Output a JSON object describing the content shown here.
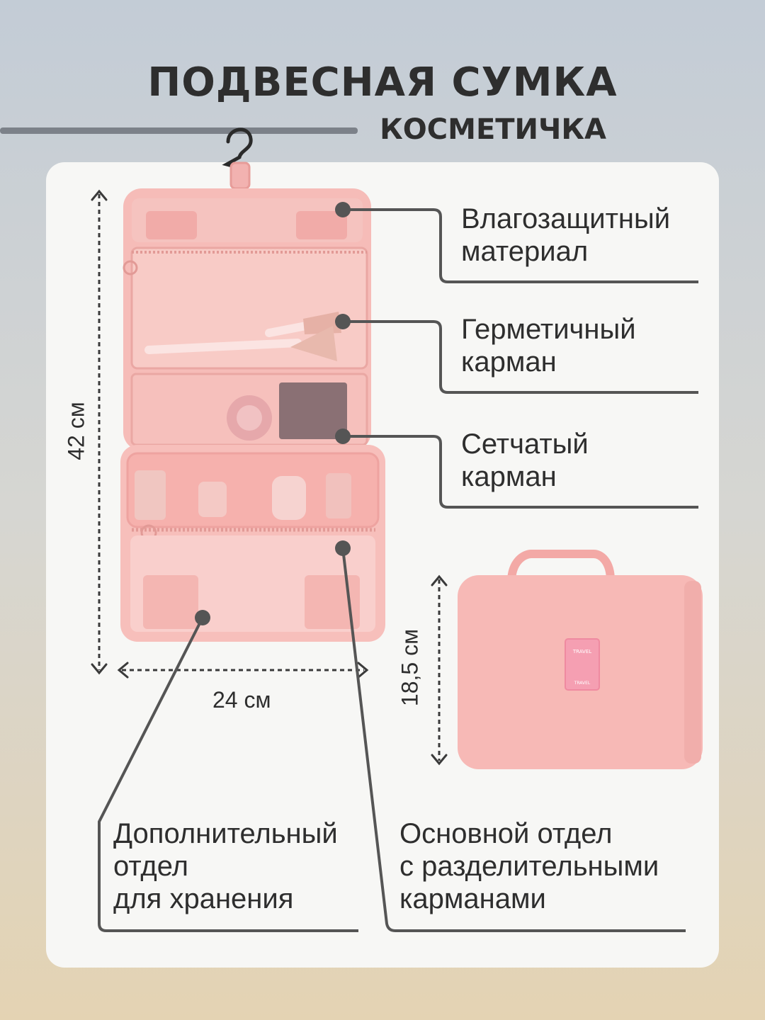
{
  "header": {
    "title": "ПОДВЕСНАЯ СУМКА",
    "subtitle": "КОСМЕТИЧКА"
  },
  "callouts": {
    "waterproof": "Влагозащитный\nматериал",
    "sealed_pocket": "Герметичный\nкарман",
    "mesh_pocket": "Сетчатый\nкарман",
    "extra_compartment": "Дополнительный\nотдел\nдля хранения",
    "main_compartment": "Основной отдел\nс разделительными\nкарманами"
  },
  "dimensions": {
    "height_open": "42 см",
    "width": "24 см",
    "height_closed": "18,5 см"
  },
  "badge": {
    "brand": "TRAVEL",
    "footer": "TRAVEL"
  },
  "colors": {
    "accent": "#f4b3b0",
    "text": "#2e2e2e",
    "line": "#555555"
  }
}
